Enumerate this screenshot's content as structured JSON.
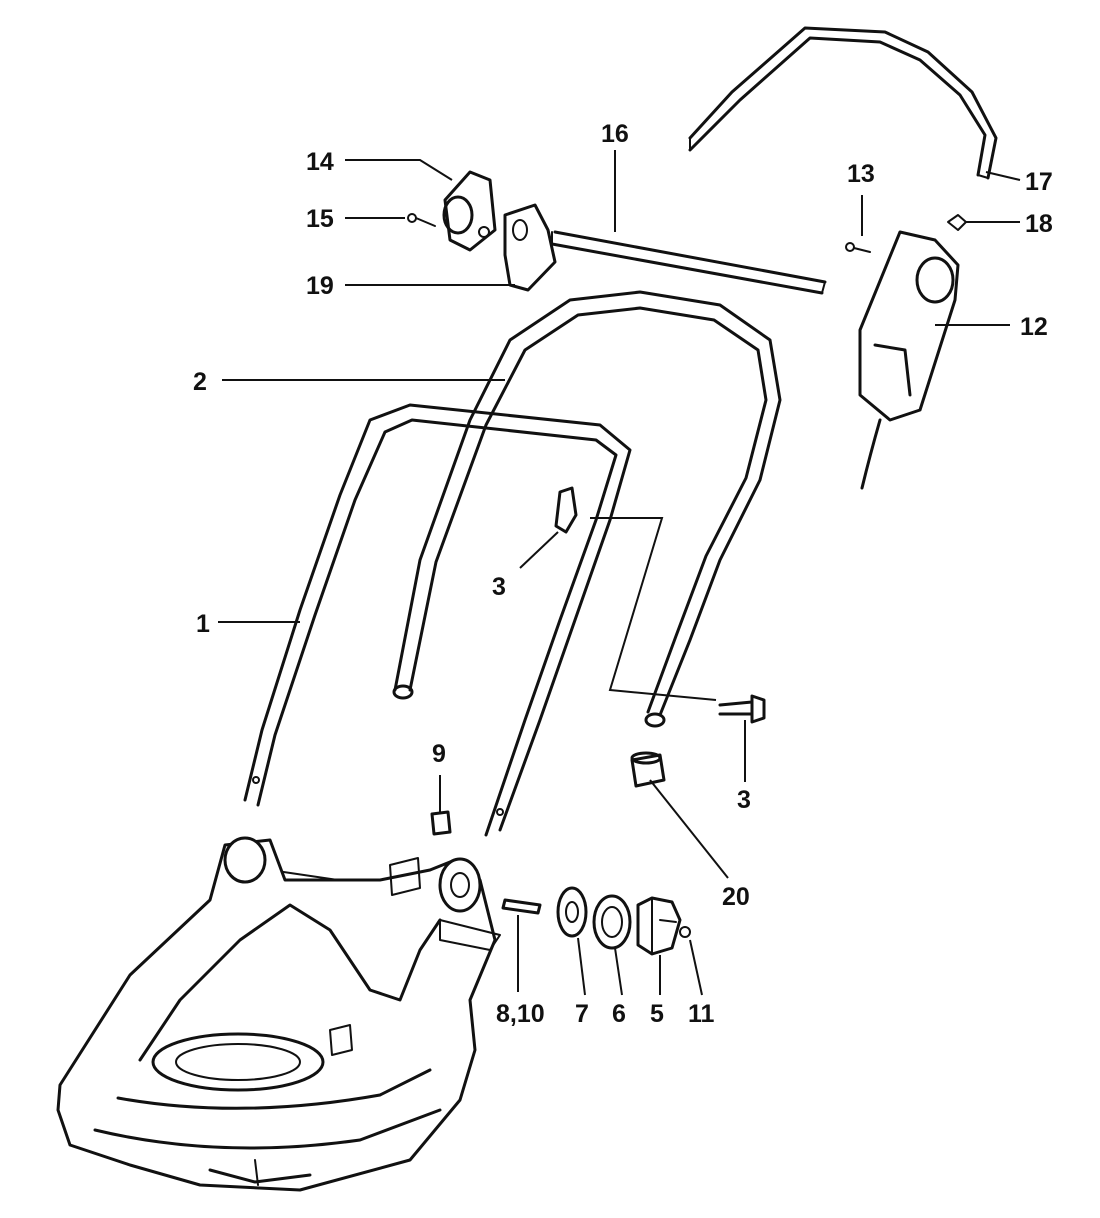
{
  "callouts": {
    "c1": "1",
    "c2": "2",
    "c3a": "3",
    "c3b": "3",
    "c5": "5",
    "c6": "6",
    "c7": "7",
    "c8_10": "8,10",
    "c9": "9",
    "c11": "11",
    "c12": "12",
    "c13": "13",
    "c14": "14",
    "c15": "15",
    "c16": "16",
    "c17": "17",
    "c18": "18",
    "c19": "19",
    "c20": "20"
  },
  "colors": {
    "line": "#111111",
    "background": "#ffffff"
  }
}
